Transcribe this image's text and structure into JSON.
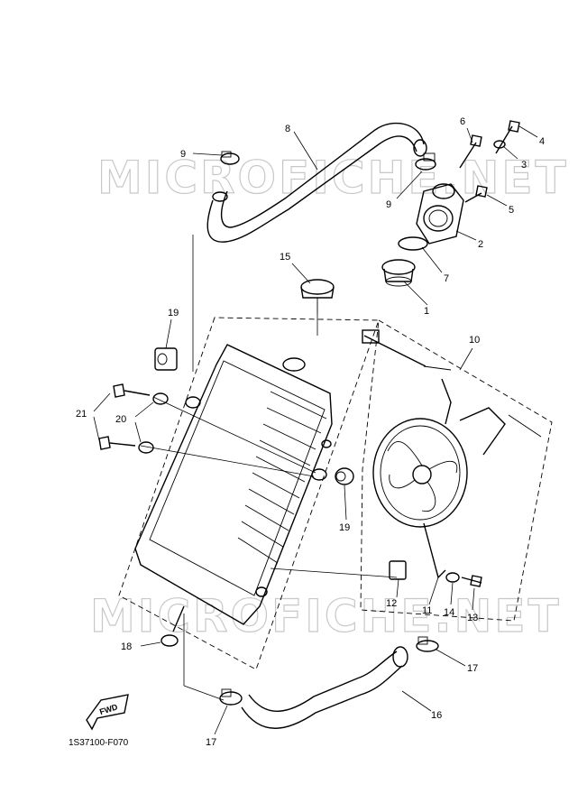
{
  "watermark": "MICROFICHE.NET",
  "diagram_code": "1S37100-F070",
  "fwd_label": "FWD",
  "callouts": {
    "c1": "1",
    "c2": "2",
    "c3": "3",
    "c4": "4",
    "c5": "5",
    "c6": "6",
    "c7": "7",
    "c8": "8",
    "c9a": "9",
    "c9b": "9",
    "c10": "10",
    "c11": "11",
    "c12": "12",
    "c13": "13",
    "c14": "14",
    "c15": "15",
    "c16": "16",
    "c17a": "17",
    "c17b": "17",
    "c18": "18",
    "c19a": "19",
    "c19b": "19",
    "c20": "20",
    "c21": "21"
  }
}
